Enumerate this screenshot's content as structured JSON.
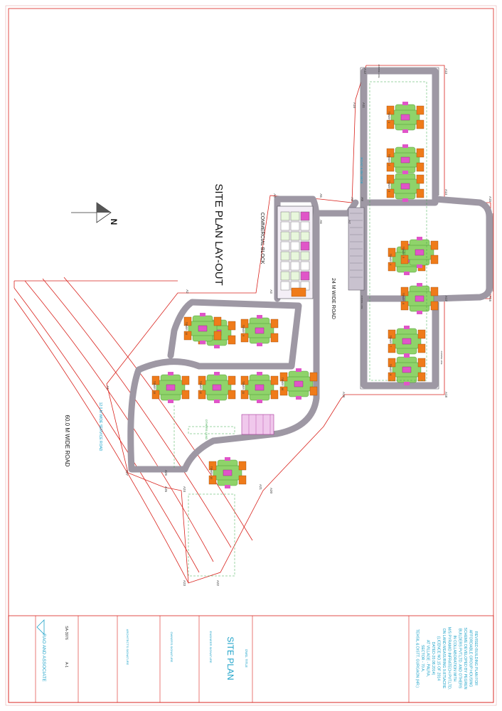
{
  "drawing": {
    "title": "SITE PLAN LAY-OUT",
    "north": "N",
    "commercial_block": "COMMERCIAL BLOCK",
    "road_24": "24 M WIDE ROAD",
    "road_60": "60.0 M WIDE ROAD",
    "service_road": "12.0 M WIDE SERVICE ROAD",
    "road_6": "ROAD 6.0M WIDE",
    "others_land": "OTHERS LAND",
    "zoning_line": "ZONING LINE"
  },
  "points": [
    "A1",
    "A2",
    "A3",
    "A4",
    "A5",
    "A6",
    "A7",
    "A8",
    "A9",
    "A10",
    "A11",
    "A12",
    "A13",
    "A14",
    "A15",
    "A16",
    "A17",
    "A18",
    "A19",
    "A20",
    "A21",
    "A22",
    "A23",
    "A24",
    "A25",
    "A26",
    "A27"
  ],
  "towers": [
    {
      "label": "TOWER - 1"
    },
    {
      "label": "TOWER - 2"
    },
    {
      "label": "TOWER - 3"
    },
    {
      "label": "TOWER - 4"
    },
    {
      "label": "TOWER - 5"
    },
    {
      "label": "TOWER - 6"
    },
    {
      "label": "TOWER - 7"
    },
    {
      "label": "TOWER - 8"
    },
    {
      "label": "TOWER - 9"
    },
    {
      "label": "TOWER - 10"
    },
    {
      "label": "TOWER - 11"
    },
    {
      "label": "TOWER - 12"
    },
    {
      "label": "TOWER - 13"
    },
    {
      "label": "TOWER - 14"
    },
    {
      "label": "TOWER - 15"
    },
    {
      "label": "TOWER - 16"
    }
  ],
  "title_block": {
    "project": [
      "REVISED BUILDING PLAN FOR",
      "AFFORDABLE GROUP HOUSING",
      "SCHEME DEVELOPED BY PEGREN",
      "BUILDERS PVT.LTD. AND OTHERS",
      "IN COLLABORATION WITH",
      "M/S PYRAMID INFRATECH PVT.LTD.",
      "ON LAND MEASURING 9.875ACRE",
      "(LICENCE NO.15 OF 2014",
      "DATED-20.08.2014)",
      "AT VILLAGE - PALRA,",
      "SECTOR - 70 A,",
      "TEHSIL & DISTT. GURGAON (HR.)"
    ],
    "dwg_title_label": "DWG. TITLE",
    "dwg_title": "SITE PLAN",
    "engineer": "ENGINEER SIGNATURE",
    "owner": "OWNER'S SIGNATURE",
    "architect": "ARCHITECT'S SIGNATURE",
    "drg_no": "SA-3976",
    "scale": "A-1",
    "firm": "RAO AND ASSOCIATE"
  },
  "colors": {
    "road": "#9e98a4",
    "road_edge": "#4b4652",
    "green": "#8fd36a",
    "orange": "#ef7b1a",
    "pink": "#e055c8",
    "red_line": "#d9221c",
    "cyan": "#1fa3c9"
  }
}
